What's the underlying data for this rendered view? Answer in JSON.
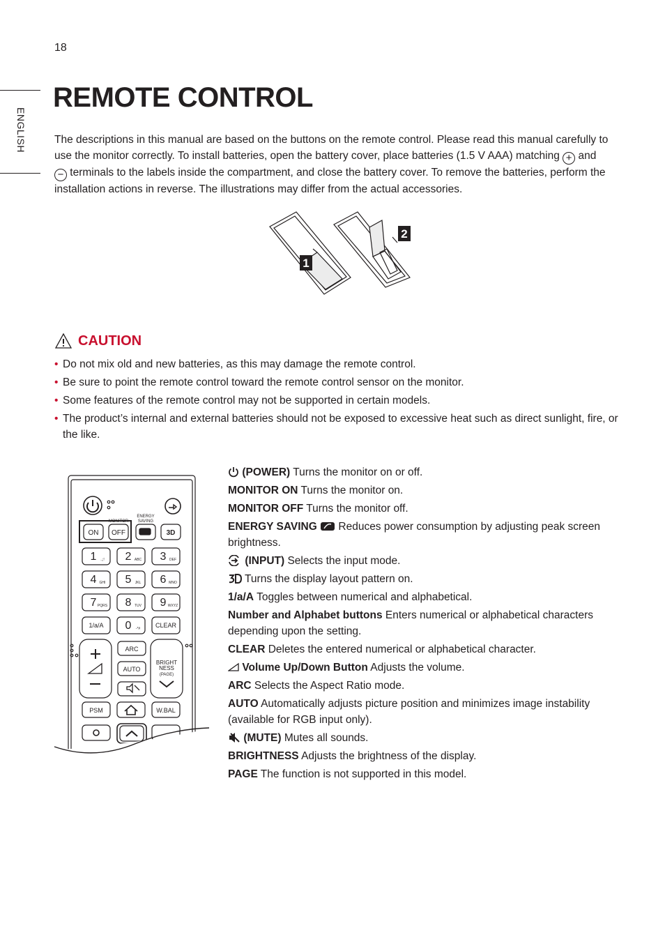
{
  "page_number": "18",
  "side_tab": "ENGLISH",
  "title": "REMOTE CONTROL",
  "intro": {
    "part1": "The descriptions in this manual are based on the buttons on the remote control. Please read this manual carefully to use the monitor correctly. To install batteries, open the battery cover, place batteries (1.5 V AAA) matching ",
    "plus": "+",
    "and": " and ",
    "minus": "−",
    "part2": " terminals to the labels inside the compartment, and close the battery cover. To remove the batteries, perform the installation actions in reverse. The illustrations may differ from the actual accessories."
  },
  "battery_figure": {
    "step1": "1",
    "step2": "2"
  },
  "caution": {
    "title": "CAUTION",
    "items": [
      "Do not mix old and new batteries, as this may damage the remote control.",
      "Be sure to point the remote control toward the remote control sensor on the monitor.",
      "Some features of the remote control may not be supported in certain models.",
      "The product’s internal and external batteries should not be exposed to excessive heat such as direct sunlight, fire, or the like."
    ]
  },
  "remote": {
    "monitor_label": "MONITOR",
    "energy_label_1": "ENERGY",
    "energy_label_2": "SAVING",
    "on": "ON",
    "off": "OFF",
    "three_d": "3D",
    "keys": [
      {
        "digit": "1",
        "letters": ".,;!"
      },
      {
        "digit": "2",
        "letters": "ABC"
      },
      {
        "digit": "3",
        "letters": "DEF"
      },
      {
        "digit": "4",
        "letters": "GHI"
      },
      {
        "digit": "5",
        "letters": "JKL"
      },
      {
        "digit": "6",
        "letters": "MNO"
      },
      {
        "digit": "7",
        "letters": "PQRS"
      },
      {
        "digit": "8",
        "letters": "TUV"
      },
      {
        "digit": "9",
        "letters": "WXYZ"
      }
    ],
    "one_a_a": "1/a/A",
    "zero": "0",
    "zero_sub": "-*#",
    "clear": "CLEAR",
    "arc": "ARC",
    "auto": "AUTO",
    "bright1": "BRIGHT",
    "bright2": "NESS",
    "page": "(PAGE)",
    "psm": "PSM",
    "wbal": "W.BAL"
  },
  "descriptions": [
    {
      "term": "(POWER)",
      "text": " Turns the monitor on or off."
    },
    {
      "term": "MONITOR ON",
      "text": " Turns the monitor on."
    },
    {
      "term": "MONITOR OFF",
      "text": " Turns the monitor off."
    },
    {
      "term": "ENERGY SAVING",
      "text": " Reduces power consumption by adjusting peak screen brightness."
    },
    {
      "term": "(INPUT)",
      "text": " Selects the input mode."
    },
    {
      "term": "",
      "text": " Turns the display layout pattern on."
    },
    {
      "term": "1/a/A",
      "text": " Toggles between numerical and alphabetical."
    },
    {
      "term": "Number and Alphabet buttons",
      "text": " Enters numerical or alphabetical characters depending upon the setting."
    },
    {
      "term": "CLEAR",
      "text": " Deletes the entered numerical or alphabetical character."
    },
    {
      "term": "Volume Up/Down Button",
      "text": " Adjusts the volume."
    },
    {
      "term": "ARC",
      "text": " Selects the Aspect Ratio mode."
    },
    {
      "term": "AUTO",
      "text": " Automatically adjusts picture position and minimizes image instability (available for RGB input only)."
    },
    {
      "term": "(MUTE)",
      "text": " Mutes all sounds."
    },
    {
      "term": "BRIGHTNESS",
      "text": " Adjusts the brightness of the display."
    },
    {
      "term": "PAGE",
      "text": " The function is not supported in this model."
    }
  ]
}
